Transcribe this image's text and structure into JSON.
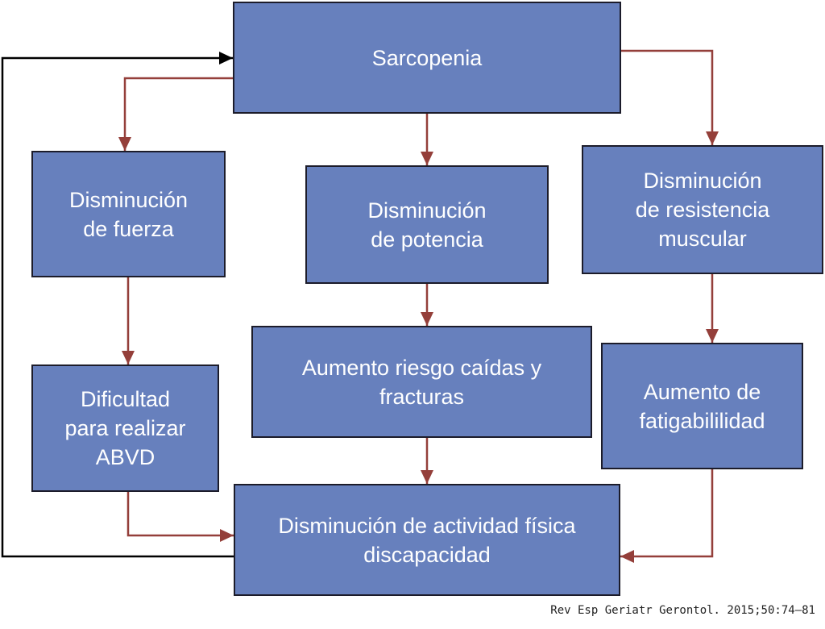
{
  "diagram": {
    "nodes": {
      "sarcopenia": [
        "Sarcopenia"
      ],
      "fuerza": [
        "Disminución",
        "de fuerza"
      ],
      "potencia": [
        "Disminución",
        "de potencia"
      ],
      "resistencia": [
        "Disminución",
        "de resistencia",
        "muscular"
      ],
      "dificultad": [
        "Dificultad",
        "para realizar",
        "ABVD"
      ],
      "riesgo": [
        "Aumento riesgo caídas y",
        "fracturas"
      ],
      "fatigabilidad": [
        "Aumento de",
        "fatigabililidad"
      ],
      "actividad": [
        "Disminución de actividad física",
        "discapacidad"
      ]
    },
    "colors": {
      "box_fill": "#6780bd",
      "box_border": "#1c1c2a",
      "box_text": "#ffffff",
      "arrow": "#943f3a",
      "feedback_arrow": "#000000"
    }
  },
  "citation": "Rev Esp Geriatr Gerontol. 2015;50:74–81"
}
